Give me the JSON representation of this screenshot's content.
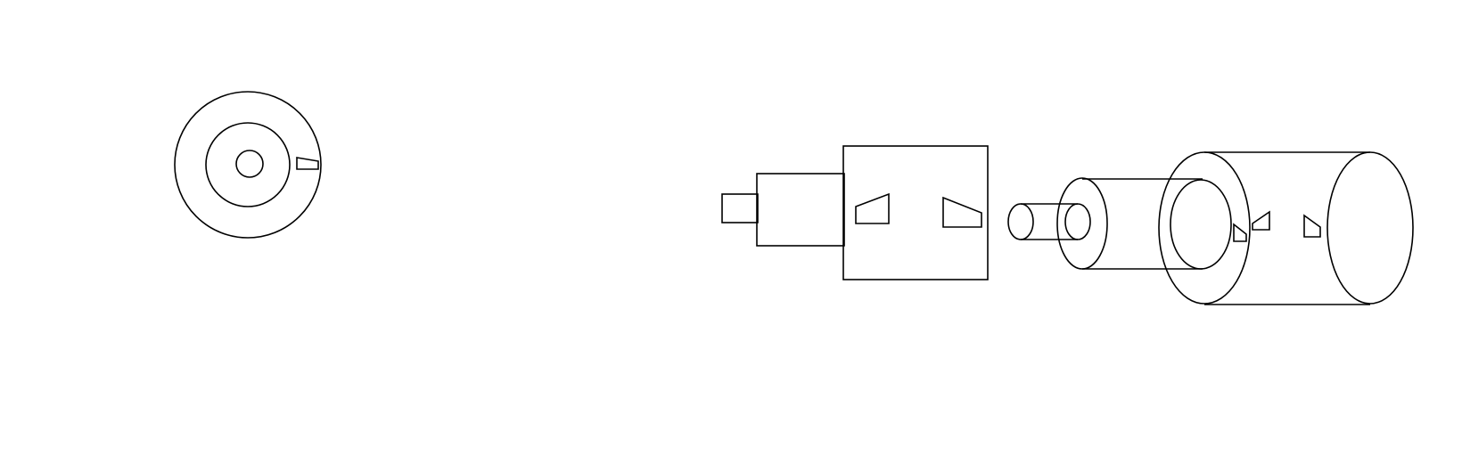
{
  "colors": {
    "stroke": "#000000",
    "background": "#ffffff"
  },
  "parts": [
    {
      "name": "end-view",
      "shape": "concentric-rings"
    },
    {
      "name": "stepped-shaft-block",
      "shape": "stepped-rectangles"
    },
    {
      "name": "small-pin-cylinder",
      "shape": "cylinder"
    },
    {
      "name": "medium-sleeve-cylinder",
      "shape": "cylinder"
    },
    {
      "name": "large-outer-cylinder",
      "shape": "cylinder"
    }
  ]
}
